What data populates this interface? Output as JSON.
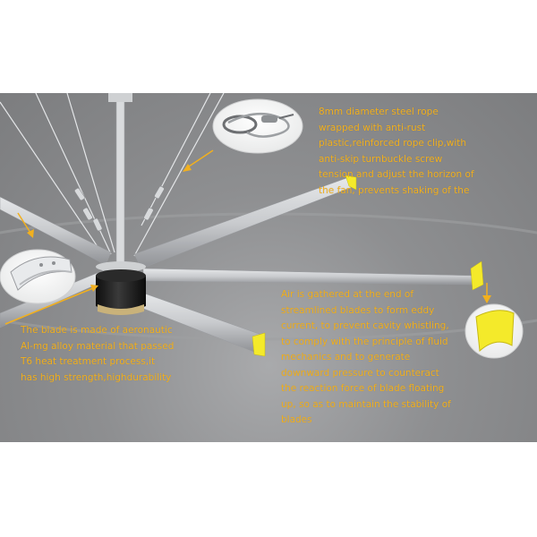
{
  "captions": {
    "rope": [
      "8mm diameter steel rope",
      "wrapped with anti-rust",
      "plastic,reinforced rope clip,with",
      "anti-skip turnbuckle screw",
      "tension and adjust the horizon of",
      "the fan, prevents shaking of the"
    ],
    "blade": [
      "The blade is made of aeronautic",
      "Al-mg alloy material that passed",
      "T6 heat treatment process,it",
      "has high strength,highdurability"
    ],
    "air": [
      "Air is gathered at the end of",
      "streamlined blades to form eddy",
      "current, to prevent cavity whistling,",
      "to comply with the principle of fluid",
      "mechanics and to generate",
      "downward pressure to counteract",
      "the reaction force of blade floating",
      "up, so as to maintain the stability of",
      "blades"
    ]
  },
  "colors": {
    "caption_text": "#f2b01e",
    "arrow": "#f2b01e",
    "blade_tip": "#f4ea2a",
    "background": "#8e8f91",
    "motor": "#1b1b1b"
  },
  "icons": [
    "steel-rope-clip-detail-icon",
    "blade-cross-section-icon",
    "blade-tip-winglet-icon"
  ]
}
